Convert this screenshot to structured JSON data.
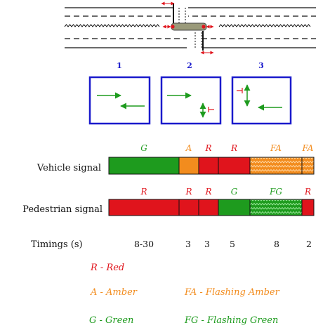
{
  "colors": {
    "red": "#e0141c",
    "amber": "#f28c1e",
    "green": "#1e9b1e",
    "blue": "#1a1acc",
    "road": "#111111"
  },
  "phases": [
    {
      "number": "1"
    },
    {
      "number": "2"
    },
    {
      "number": "3"
    }
  ],
  "rows": {
    "vehicle_label": "Vehicle signal",
    "pedestrian_label": "Pedestrian signal",
    "timings_label": "Timings (s)"
  },
  "vehicle_signal": [
    {
      "label": "G",
      "state": "green",
      "duration": "8-30"
    },
    {
      "label": "A",
      "state": "amber",
      "duration": "3"
    },
    {
      "label": "R",
      "state": "red",
      "duration": "3"
    },
    {
      "label": "R",
      "state": "red",
      "duration": "5"
    },
    {
      "label": "FA",
      "state": "flashing-amber",
      "duration": "8"
    },
    {
      "label": "FA",
      "state": "flashing-amber",
      "duration": "2"
    }
  ],
  "pedestrian_signal": [
    {
      "label": "R",
      "state": "red"
    },
    {
      "label": "R",
      "state": "red"
    },
    {
      "label": "R",
      "state": "red"
    },
    {
      "label": "G",
      "state": "green"
    },
    {
      "label": "FG",
      "state": "flashing-green"
    },
    {
      "label": "R",
      "state": "red"
    }
  ],
  "timings": [
    "8-30",
    "3",
    "3",
    "5",
    "8",
    "2"
  ],
  "legend": {
    "red": "R - Red",
    "amber": "A - Amber",
    "flashing_amber": "FA - Flashing Amber",
    "green": "G - Green",
    "flashing_green": "FG - Flashing Green"
  }
}
